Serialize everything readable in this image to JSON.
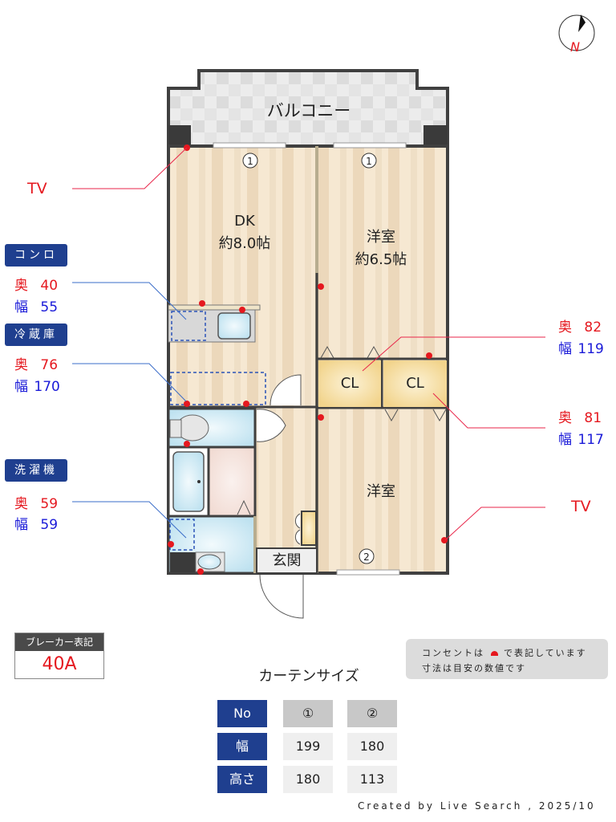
{
  "compass": {
    "letter": "N"
  },
  "floorplan": {
    "balcony": "バルコニー",
    "rooms": [
      {
        "id": "dk",
        "name": "DK",
        "size": "約8.0帖"
      },
      {
        "id": "western1",
        "name": "洋室",
        "size": "約6.5帖"
      },
      {
        "id": "western2",
        "name": "洋室",
        "size": ""
      },
      {
        "id": "closet1",
        "name": "CL"
      },
      {
        "id": "closet2",
        "name": "CL"
      },
      {
        "id": "entrance",
        "name": "玄関"
      }
    ],
    "window_markers": [
      "①",
      "①",
      "②"
    ]
  },
  "annotations": {
    "tv_left": "TV",
    "tv_right": "TV",
    "stove": {
      "title": "コンロ",
      "depth_label": "奥",
      "depth": "40",
      "width_label": "幅",
      "width": "55"
    },
    "fridge": {
      "title": "冷蔵庫",
      "depth_label": "奥",
      "depth": "76",
      "width_label": "幅",
      "width": "170"
    },
    "washer": {
      "title": "洗濯機",
      "depth_label": "奥",
      "depth": "59",
      "width_label": "幅",
      "width": "59"
    },
    "closet1": {
      "depth_label": "奥",
      "depth": "82",
      "width_label": "幅",
      "width": "119"
    },
    "closet2": {
      "depth_label": "奥",
      "depth": "81",
      "width_label": "幅",
      "width": "117"
    }
  },
  "breaker": {
    "title": "ブレーカー表記",
    "value": "40A"
  },
  "notice": {
    "line1_pre": "コンセントは",
    "line1_post": "で表記しています",
    "line2": "寸法は目安の数値です"
  },
  "curtain": {
    "title": "カーテンサイズ",
    "headers": [
      "No",
      "①",
      "②"
    ],
    "rows": [
      {
        "label": "幅",
        "values": [
          "199",
          "180"
        ]
      },
      {
        "label": "高さ",
        "values": [
          "180",
          "113"
        ]
      }
    ]
  },
  "footer": {
    "credit": "Created by Live Search , 2025/10"
  },
  "colors": {
    "navy": "#1f3f8f",
    "outlet_red": "#e5181f",
    "blue_text": "#1a1ad8",
    "wall": "#404040",
    "floor_light": "#f6e8d2",
    "floor_dark": "#ecd8bb",
    "closet": "#f5dc9a",
    "wet_area": "#cfe9f4"
  }
}
